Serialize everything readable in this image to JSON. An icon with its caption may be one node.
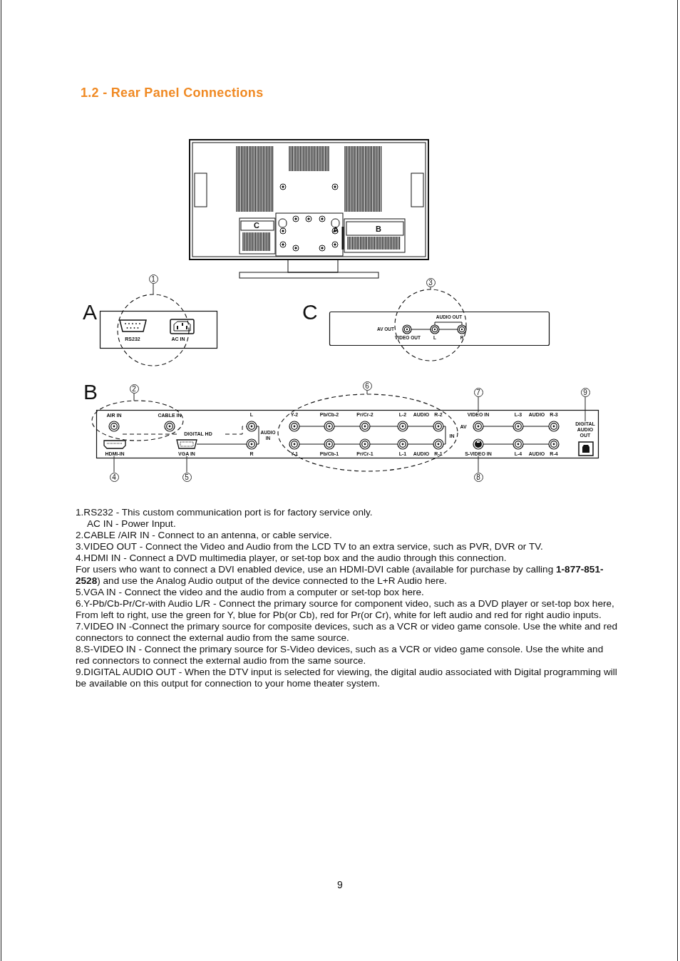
{
  "diagram": {
    "title": "1.2 - Rear Panel Connections",
    "nodes": [
      {
        "text": [
          "1"
        ]
      },
      {
        "text": [
          "3"
        ]
      },
      {
        "text": [
          "A"
        ]
      },
      {
        "text": [],
        "shape": "circle"
      },
      {
        "text": [
          "C"
        ]
      },
      {
        "text": [],
        "shape": "circle"
      },
      {
        "text": [
          "B"
        ]
      },
      {
        "text": [
          "2"
        ]
      },
      {
        "text": [
          "6"
        ]
      },
      {
        "text": [
          "7"
        ]
      },
      {
        "text": [
          "9"
        ]
      },
      {
        "text": [],
        "shape": "circle"
      },
      {
        "text": [],
        "shape": "circle"
      },
      {
        "text": [
          "VIDEO IN"
        ],
        "in": 6
      },
      {
        "text": [
          "DIGITAL AUDIO OUT"
        ],
        "in": 6
      },
      {
        "text": [
          "HDMI-IN"
        ],
        "in": 6
      },
      {
        "text": [
          "VGA IN"
        ],
        "in": 6
      },
      {
        "text": [
          "S-VIDEO IN"
        ],
        "in": 6
      },
      {
        "text": [
          "4"
        ]
      },
      {
        "text": [
          "5"
        ]
      },
      {
        "text": [
          "8"
        ]
      }
    ],
    "edges": [
      {
        "from": 0,
        "to": 3,
        "arrow": "none"
      },
      {
        "from": 1,
        "to": 5,
        "arrow": "none"
      },
      {
        "from": 7,
        "to": 11,
        "arrow": "none"
      },
      {
        "from": 8,
        "to": 12,
        "arrow": "none"
      },
      {
        "from": 9,
        "to": 13,
        "arrow": "none"
      },
      {
        "from": 10,
        "to": 14,
        "arrow": "none"
      },
      {
        "from": 18,
        "to": 15,
        "arrow": "none"
      },
      {
        "from": 19,
        "to": 16,
        "arrow": "none"
      },
      {
        "from": 20,
        "to": 17,
        "arrow": "none"
      }
    ],
    "labels": [
      "C",
      "A",
      "B",
      "RS232",
      "AC IN",
      "AUDIO OUT",
      "AV OUT",
      "VIDEO OUT",
      "L",
      "R",
      "AIR IN",
      "CABLE IN",
      "L",
      "Y-2",
      "Pb/Cb-2",
      "Pr/Cr-2",
      "L-2",
      "AUDIO",
      "R-2",
      "L-3",
      "AUDIO",
      "R-3",
      "AV",
      "DIGITAL HD",
      "AUDIO IN",
      "IN",
      "R",
      "Y-1",
      "Pb/Cb-1",
      "Pr/Cr-1",
      "L-1",
      "AUDIO",
      "R-1",
      "L-4",
      "AUDIO",
      "R-4",
      "1.RS232 - This custom communication port is for factory service only.",
      "AC IN - Power Input.",
      "2.CABLE /AIR IN - Connect to an antenna, or cable service.",
      "3.VIDEO OUT - Connect the Video and Audio from the LCD TV to an extra service, such as PVR, DVR or TV.",
      "4.HDMI IN - Connect a DVD multimedia player, or set-top box and the audio through this connection.",
      "For users who want to connect a DVI enabled device, use an HDMI-DVI cable (available for purchase by calling **1-877-851-2528**) and use the Analog Audio output of the device connected to the L+R Audio here.",
      "5.VGA IN - Connect the video and the audio from a computer or set-top box here.",
      "6.Y-Pb/Cb-Pr/Cr-with Audio L/R - Connect the primary source for component video, such as a DVD player or set-top box here, From left to right, use the green for Y, blue for Pb(or Cb), red for Pr(or Cr), white for left audio and red for right audio inputs.",
      "7.VIDEO IN -Connect the primary source for composite devices, such as a VCR or video game console. Use the white and red connectors to connect the external audio from the same source.",
      "8.S-VIDEO IN - Connect the primary source for S-Video devices, such as a VCR or video game console. Use the white and red connectors to connect the external audio from the same source.",
      "9.DIGITAL AUDIO OUT - When the DTV input is selected for viewing, the digital audio associated with Digital programming will be available on this output for connection to your home theater system.",
      "9"
    ]
  }
}
